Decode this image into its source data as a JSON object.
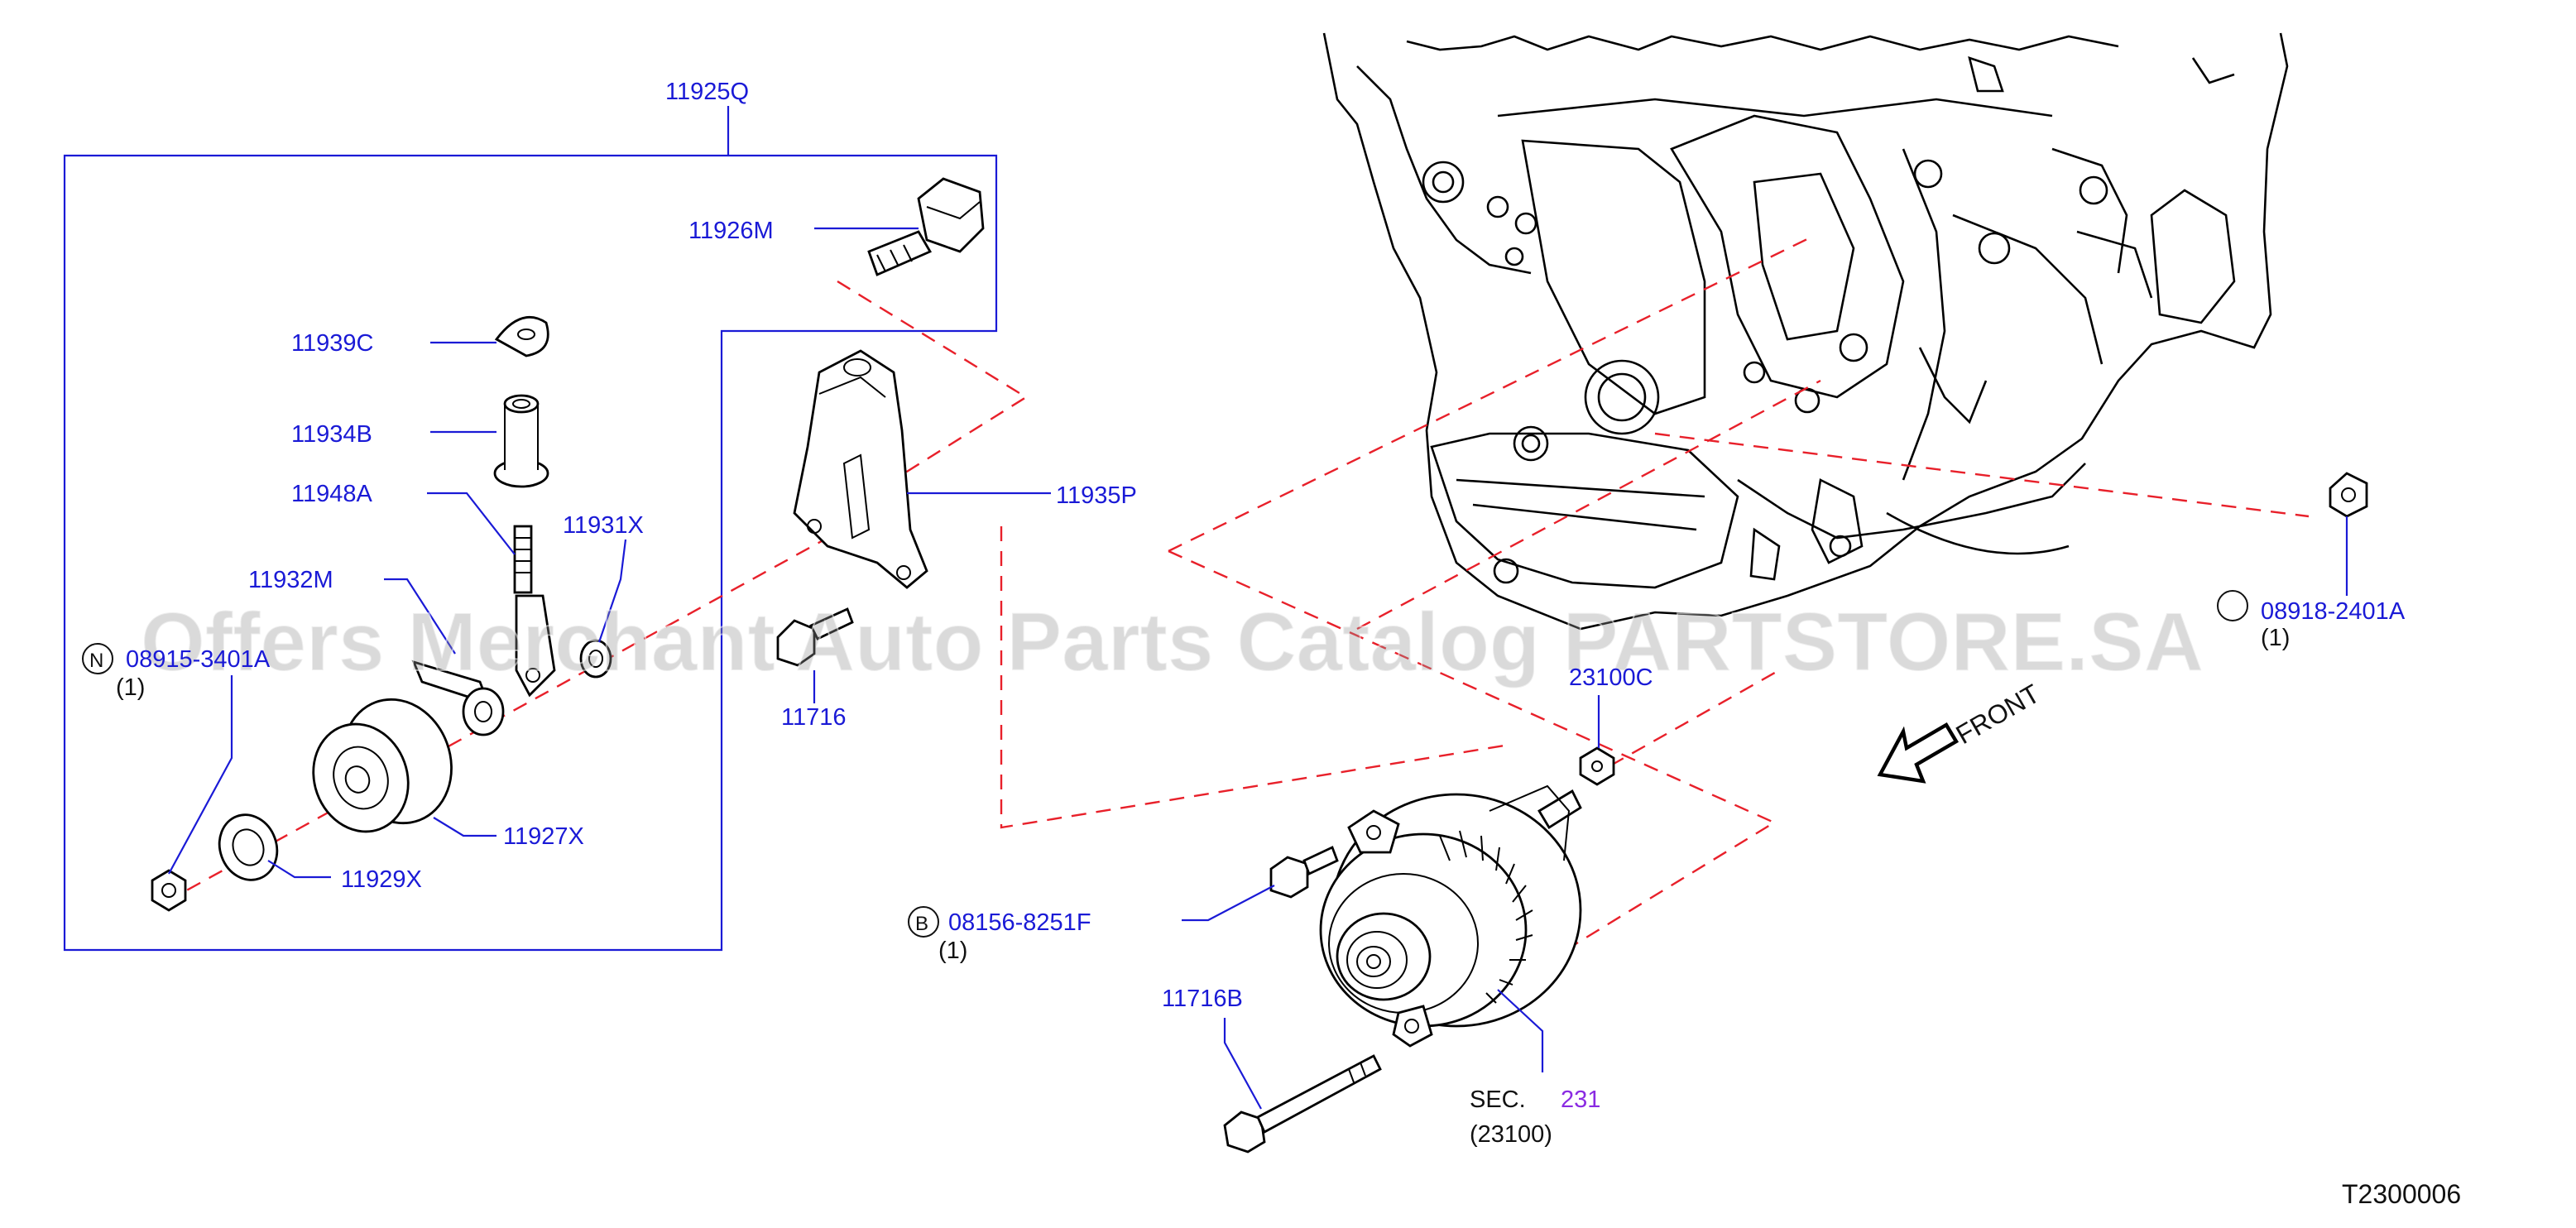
{
  "labels": {
    "assembly": "11925Q",
    "bolt_top": "11926M",
    "washer_top": "11939C",
    "collar": "11934B",
    "stud": "11948A",
    "bracket": "11935P",
    "washer_small": "11931X",
    "plate": "11932M",
    "nut_n_code": "08915-3401A",
    "nut_n_qty": "(1)",
    "bolt_11716": "11716",
    "pulley": "11927X",
    "spacer": "11929X",
    "nut_23100c": "23100C",
    "bolt_b_code": "08156-8251F",
    "bolt_b_qty": "(1)",
    "bolt_long": "11716B",
    "nut_right_code": "08918-2401A",
    "nut_right_qty": "(1)",
    "sec_prefix": "SEC.",
    "sec_number": "231",
    "sec_sub": "(23100)",
    "front": "FRONT",
    "diagram_id": "T2300006"
  },
  "badges": {
    "n": "N",
    "b": "B"
  },
  "watermark": "Offers Merchant Auto Parts Catalog PARTSTORE.SA",
  "colors": {
    "callout": "#1a1ad6",
    "dashed_line": "#e8202a",
    "section_link": "#8a2be2",
    "line_art": "#000000"
  }
}
